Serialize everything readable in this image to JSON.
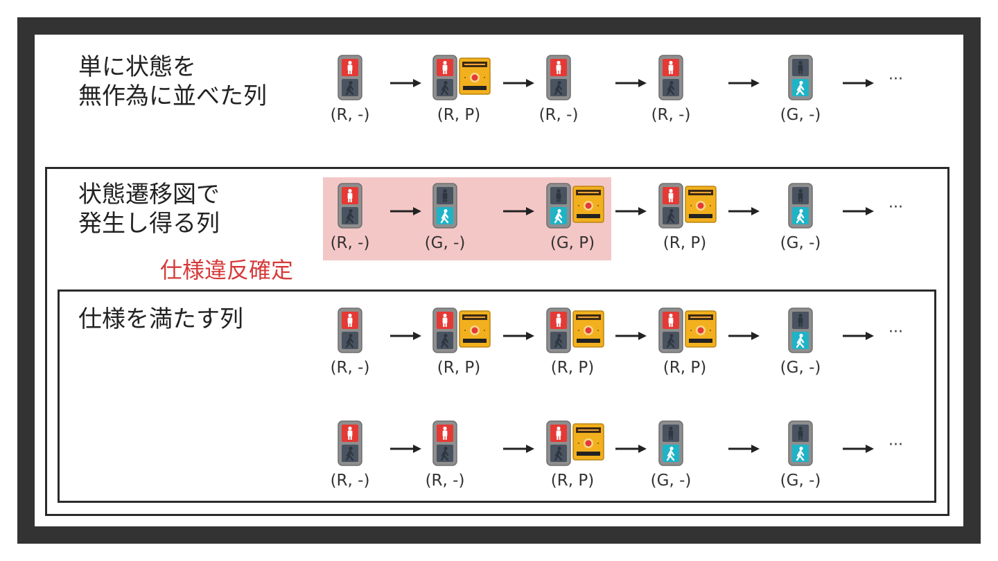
{
  "colors": {
    "frame": "#333333",
    "highlight": "#f4c7c7",
    "violation_text": "#d63a3a",
    "red_signal": "#e53935",
    "green_signal": "#1fb3c6",
    "button_box": "#f2b01e"
  },
  "icons": {
    "signal": "pedestrian-signal-icon",
    "button": "push-button-box-icon",
    "arrow": "arrow-right-icon"
  },
  "sections": [
    {
      "id": "random",
      "label_lines": [
        "単に状態を",
        "無作為に並べた列"
      ],
      "rows": [
        {
          "states": [
            {
              "signal": "R",
              "button": false,
              "caption": "(R, -)"
            },
            {
              "signal": "R",
              "button": true,
              "caption": "(R, P)"
            },
            {
              "signal": "R",
              "button": false,
              "caption": "(R, -)"
            },
            {
              "signal": "R",
              "button": false,
              "caption": "(R, -)"
            },
            {
              "signal": "G",
              "button": false,
              "caption": "(G, -)"
            }
          ],
          "ellipsis": "···"
        }
      ]
    },
    {
      "id": "reachable",
      "label_lines": [
        "状態遷移図で",
        "発生し得る列"
      ],
      "violation_label": "仕様違反確定",
      "rows": [
        {
          "states": [
            {
              "signal": "R",
              "button": false,
              "caption": "(R, -)"
            },
            {
              "signal": "G",
              "button": false,
              "caption": "(G, -)"
            },
            {
              "signal": "G",
              "button": true,
              "caption": "(G, P)"
            },
            {
              "signal": "R",
              "button": true,
              "caption": "(R, P)"
            },
            {
              "signal": "G",
              "button": false,
              "caption": "(G, -)"
            }
          ],
          "ellipsis": "···"
        }
      ]
    },
    {
      "id": "satisfying",
      "label_lines": [
        "仕様を満たす列"
      ],
      "rows": [
        {
          "states": [
            {
              "signal": "R",
              "button": false,
              "caption": "(R, -)"
            },
            {
              "signal": "R",
              "button": true,
              "caption": "(R, P)"
            },
            {
              "signal": "R",
              "button": true,
              "caption": "(R, P)"
            },
            {
              "signal": "R",
              "button": true,
              "caption": "(R, P)"
            },
            {
              "signal": "G",
              "button": false,
              "caption": "(G, -)"
            }
          ],
          "ellipsis": "···"
        },
        {
          "states": [
            {
              "signal": "R",
              "button": false,
              "caption": "(R, -)"
            },
            {
              "signal": "R",
              "button": false,
              "caption": "(R, -)"
            },
            {
              "signal": "R",
              "button": true,
              "caption": "(R, P)"
            },
            {
              "signal": "G",
              "button": false,
              "caption": "(G, -)"
            },
            {
              "signal": "G",
              "button": false,
              "caption": "(G, -)"
            }
          ],
          "ellipsis": "···"
        }
      ]
    }
  ]
}
